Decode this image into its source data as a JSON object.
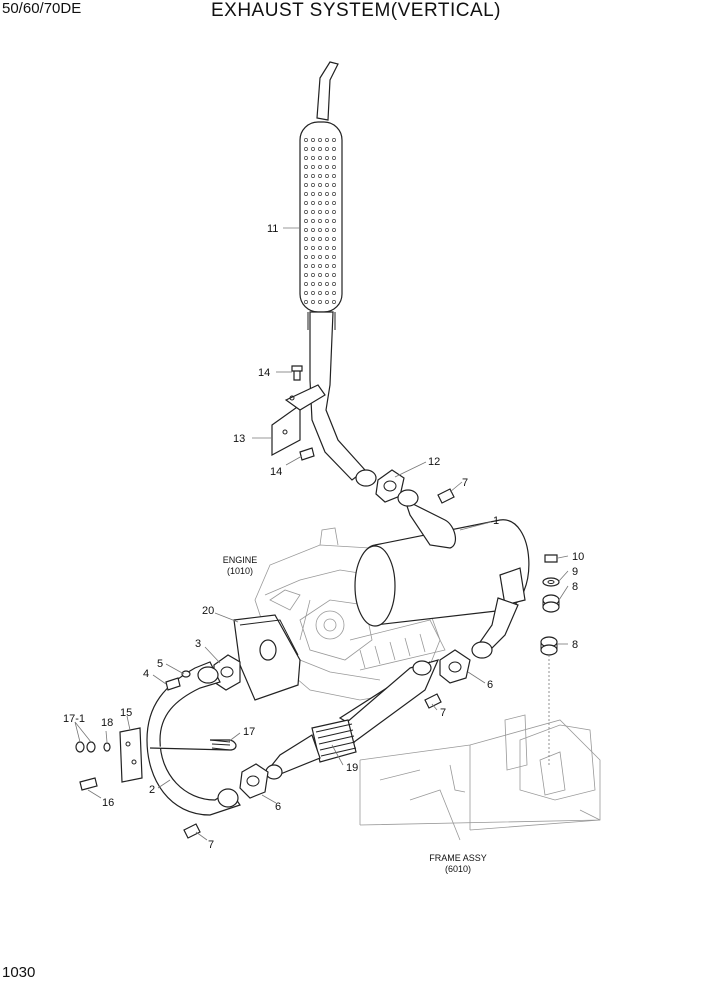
{
  "header": {
    "model": "50/60/70DE",
    "title": "EXHAUST SYSTEM(VERTICAL)"
  },
  "page_number": "1030",
  "references": {
    "engine": {
      "name": "ENGINE",
      "code": "(1010)"
    },
    "frame": {
      "name": "FRAME ASSY",
      "code": "(6010)"
    }
  },
  "callouts": {
    "c1": "1",
    "c2": "2",
    "c3": "3",
    "c4": "4",
    "c5": "5",
    "c6a": "6",
    "c6b": "6",
    "c7a": "7",
    "c7b": "7",
    "c7c": "7",
    "c8a": "8",
    "c8b": "8",
    "c9": "9",
    "c10": "10",
    "c11": "11",
    "c12": "12",
    "c13": "13",
    "c14a": "14",
    "c14b": "14",
    "c15": "15",
    "c16": "16",
    "c17": "17",
    "c17_1": "17-1",
    "c18": "18",
    "c19": "19",
    "c20": "20"
  }
}
